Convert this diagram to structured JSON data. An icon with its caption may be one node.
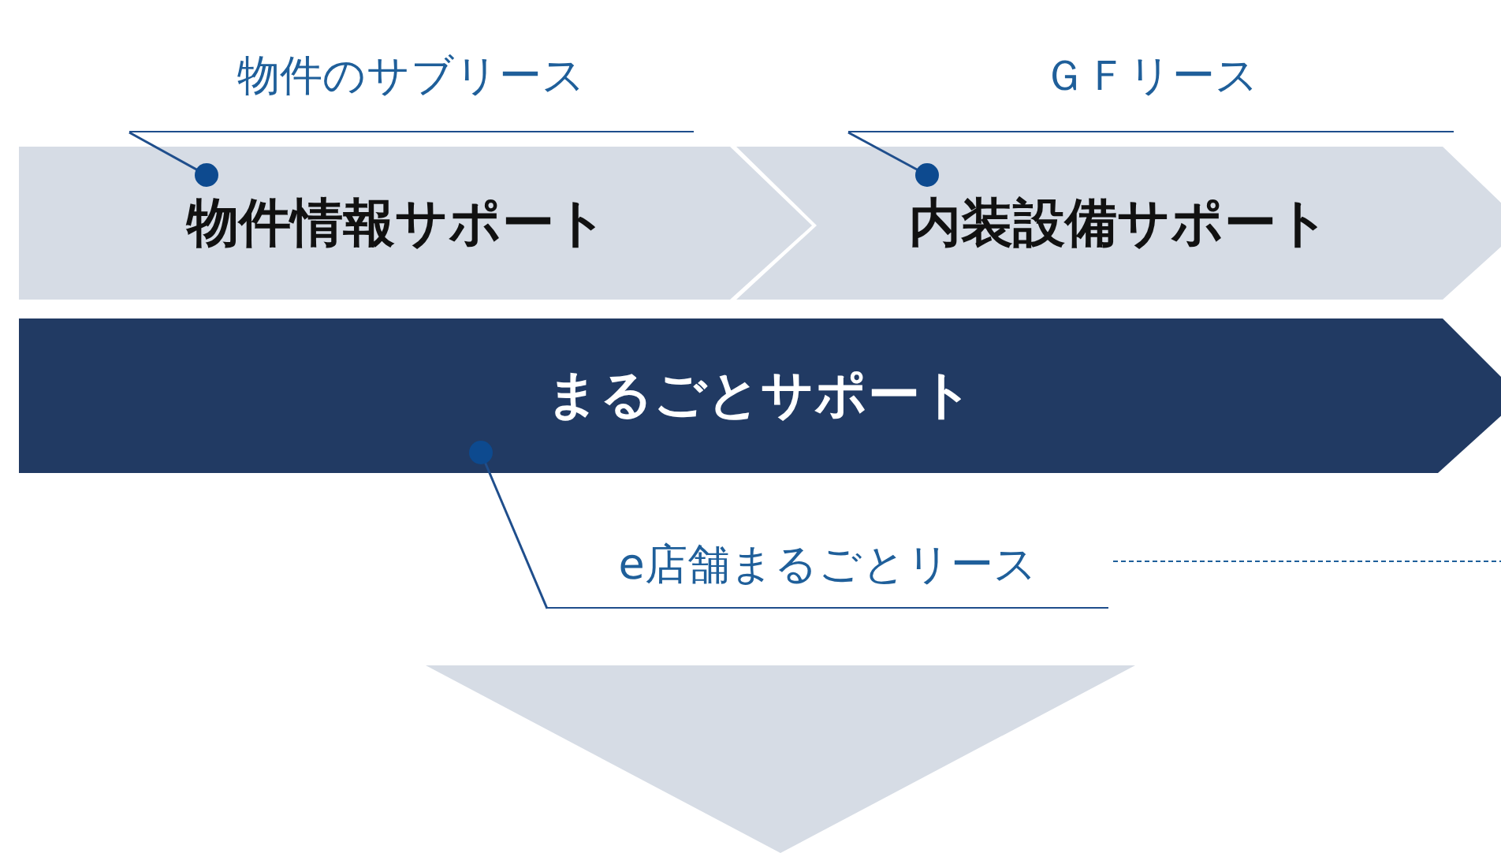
{
  "diagram": {
    "nodes": [
      {
        "text": [
          "物件のサブリース"
        ]
      },
      {
        "text": [
          "ＧＦリース"
        ]
      },
      {
        "text": [
          "物件情報サポート"
        ]
      },
      {
        "text": [
          "内装設備サポート"
        ]
      },
      {
        "text": [
          "まるごとサポート"
        ]
      },
      {
        "text": [
          "e店舗まるごとリース"
        ]
      }
    ],
    "edges": [
      {
        "from": 0,
        "to": 2,
        "arrow": "other"
      },
      {
        "from": 1,
        "to": 3,
        "arrow": "other"
      },
      {
        "from": 5,
        "to": 4,
        "arrow": "other"
      }
    ]
  }
}
